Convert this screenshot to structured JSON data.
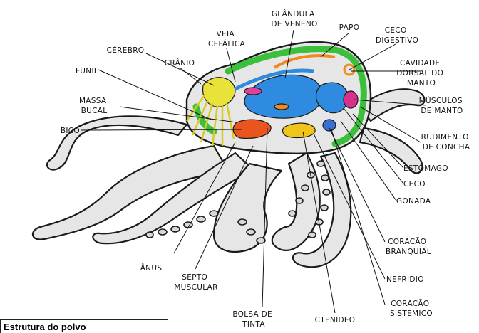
{
  "labels": {
    "glandula_veneno": [
      "GLÂNDULA",
      "DE VENENO"
    ],
    "papo": "PAPO",
    "ceco_digestivo": [
      "CECO",
      "DIGESTIVO"
    ],
    "veia_cefalica": [
      "VEIA",
      "CEFÁLICA"
    ],
    "cerebro": "CÉREBRO",
    "cranio": "CRÂNIO",
    "funil": "FUNIL",
    "cavidade_dorsal": [
      "CAVIDADE",
      "DORSAL DO",
      "MANTO"
    ],
    "massa_bucal": [
      "MASSA",
      "BUCAL"
    ],
    "musculos_manto": [
      "MÚSCULOS",
      "DE MANTO"
    ],
    "bico": "BICO",
    "rudimento_concha": [
      "RUDIMENTO",
      "DE CONCHA"
    ],
    "estomago": "ESTÔMAGO",
    "ceco": "CECO",
    "gonada": "GONADA",
    "coracao_branquial": [
      "CORAÇÃO",
      "BRANQUIAL"
    ],
    "anus": "ÂNUS",
    "septo_muscular": [
      "SEPTO",
      "MUSCULAR"
    ],
    "nefridio": "NEFRÍDIO",
    "coracao_sistemico": [
      "CORAÇÃO",
      "SISTEMICO"
    ],
    "bolsa_tinta": [
      "BOLSA DE",
      "TINTA"
    ],
    "ctenideo": "CTENIDEO"
  },
  "caption": "Estrutura do polvo",
  "colors": {
    "body": "#e6e6e6",
    "outline": "#1a1a1a",
    "mantle_muscle": "#3cbf3c",
    "brain": "#e8e23a",
    "digestive": "#2e8be0",
    "ink_sac": "#e8561e",
    "gonad": "#d6318c",
    "crop": "#f08a1e",
    "heart": "#3a6fd8",
    "stomach": "#f0c419"
  }
}
